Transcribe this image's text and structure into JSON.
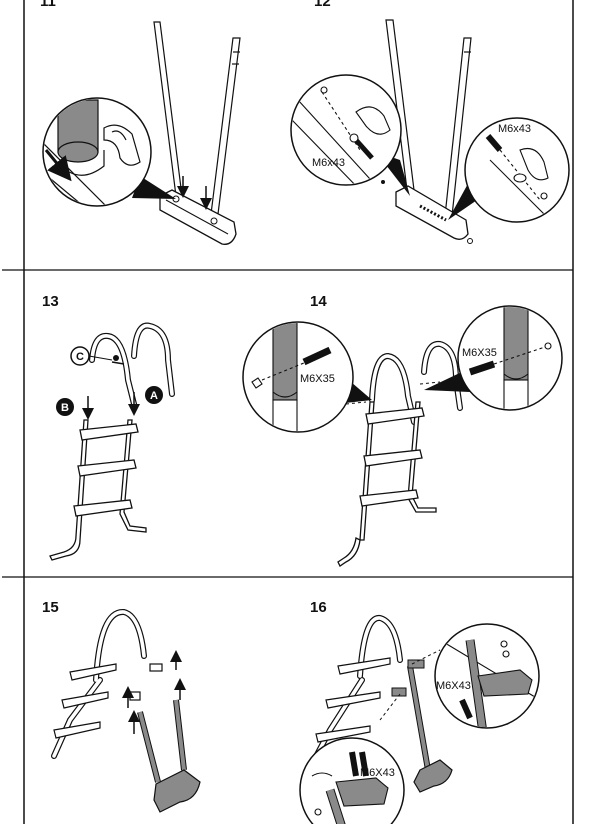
{
  "steps": [
    {
      "number": "11",
      "labels": []
    },
    {
      "number": "12",
      "labels": [
        "M6x43",
        "M6x43"
      ]
    },
    {
      "number": "13",
      "labels": [
        "C",
        "B",
        "A"
      ]
    },
    {
      "number": "14",
      "labels": [
        "M6X35",
        "M6X35"
      ]
    },
    {
      "number": "15",
      "labels": []
    },
    {
      "number": "16",
      "labels": [
        "M6X43",
        "M6X43"
      ]
    }
  ],
  "colors": {
    "line": "#111111",
    "tube_fill": "#8a8a8a",
    "paper": "#ffffff"
  }
}
